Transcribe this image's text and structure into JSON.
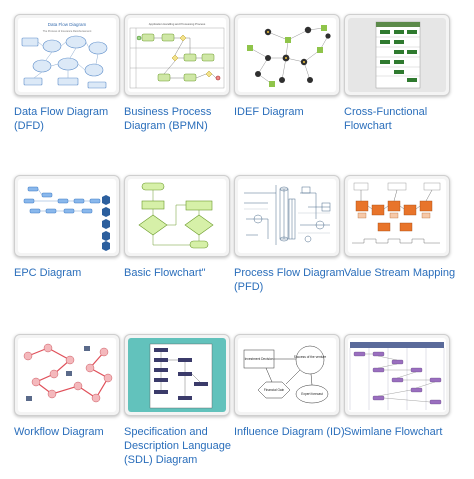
{
  "gallery": {
    "items": [
      {
        "label": "Data Flow Diagram (DFD)"
      },
      {
        "label": "Business Process Diagram (BPMN)"
      },
      {
        "label": "IDEF Diagram"
      },
      {
        "label": "Cross-Functional Flowchart"
      },
      {
        "label": "EPC Diagram"
      },
      {
        "label": "Basic Flowchart\""
      },
      {
        "label": "Process Flow Diagram (PFD)"
      },
      {
        "label": "Value Stream Mapping"
      },
      {
        "label": "Workflow Diagram"
      },
      {
        "label": "Specification and Description Language (SDL) Diagram"
      },
      {
        "label": "Influence Diagram (ID)"
      },
      {
        "label": "Swimlane Flowchart"
      }
    ],
    "thumb_text": {
      "dfd_title": "Data Flow Diagram",
      "dfd_subtitle": "The Process of Insurance Reimbursement",
      "bpmn_title": "Application Handling and Processing Process",
      "influence_investment": "Investment Decision",
      "influence_success": "Success of the venture",
      "influence_financial": "Financial Gain",
      "influence_expert": "Expert forecast"
    }
  }
}
